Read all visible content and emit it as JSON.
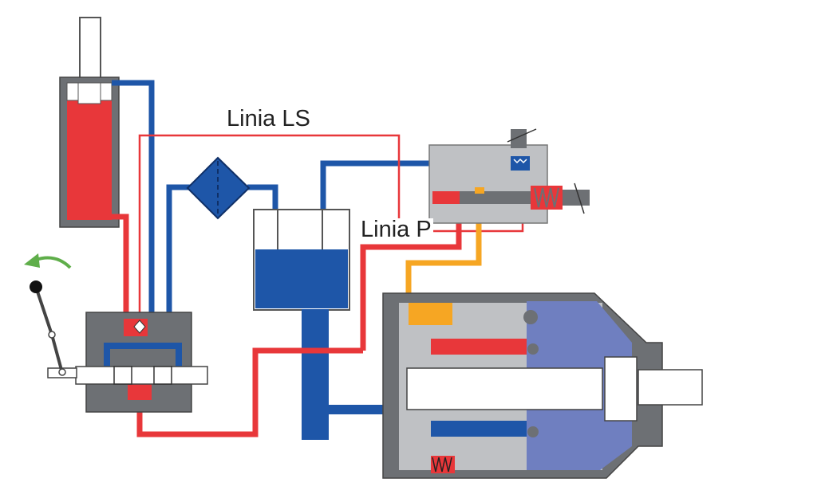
{
  "labels": {
    "ls_line": "Linia LS",
    "p_line": "Linia P"
  },
  "colors": {
    "pressure": "#e8373a",
    "return_tank": "#1e56a8",
    "ls_signal": "#f6a623",
    "housing_grey": "#6d7074",
    "light_grey": "#bfc1c4",
    "pump_blue": "#6f7fc0",
    "arrow_green": "#5fae4a"
  },
  "components": {
    "cylinder": "hydraulic-cylinder",
    "filter": "filter-symbol",
    "tank": "oil-tank",
    "directional_valve": "directional-control-valve",
    "lever": "hand-lever",
    "regulator": "pressure-flow-regulator",
    "pump": "axial-piston-pump"
  }
}
